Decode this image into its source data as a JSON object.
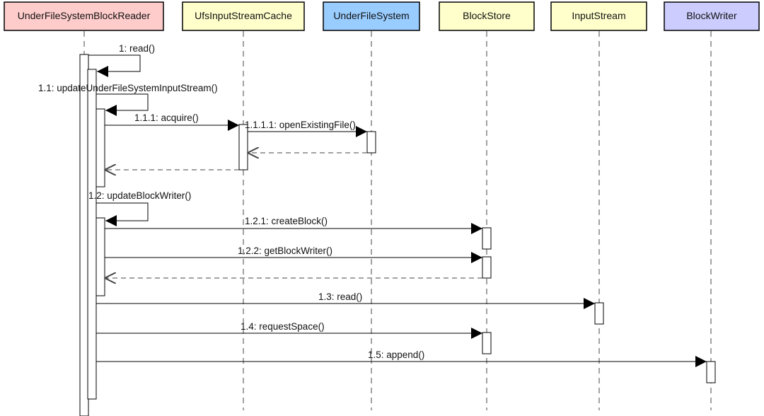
{
  "colors": {
    "red_header": "#ffcccc",
    "yellow_header": "#ffffcc",
    "blue_header": "#99ccff",
    "purple_header": "#ccccff",
    "line": "#000000",
    "lifeline": "#444444"
  },
  "participants": [
    {
      "id": "ufsbr",
      "name": "UnderFileSystemBlockReader",
      "fill_key": "red_header"
    },
    {
      "id": "cache",
      "name": "UfsInputStreamCache",
      "fill_key": "yellow_header"
    },
    {
      "id": "ufs",
      "name": "UnderFileSystem",
      "fill_key": "blue_header"
    },
    {
      "id": "store",
      "name": "BlockStore",
      "fill_key": "yellow_header"
    },
    {
      "id": "input",
      "name": "InputStream",
      "fill_key": "yellow_header"
    },
    {
      "id": "writer",
      "name": "BlockWriter",
      "fill_key": "purple_header"
    }
  ],
  "messages": [
    {
      "id": "m1",
      "label": "1: read()",
      "from": "ufsbr",
      "to": "ufsbr",
      "kind": "self"
    },
    {
      "id": "m1_1",
      "label": "1.1: updateUnderFileSystemInputStream()",
      "from": "ufsbr",
      "to": "ufsbr",
      "kind": "self"
    },
    {
      "id": "m1_1_1",
      "label": "1.1.1: acquire()",
      "from": "ufsbr",
      "to": "cache",
      "kind": "call"
    },
    {
      "id": "m1_1_1_1",
      "label": "1.1.1.1: openExistingFile()",
      "from": "cache",
      "to": "ufs",
      "kind": "call"
    },
    {
      "id": "r1_1_1_1",
      "label": "",
      "from": "ufs",
      "to": "cache",
      "kind": "return"
    },
    {
      "id": "r1_1_1",
      "label": "",
      "from": "cache",
      "to": "ufsbr",
      "kind": "return"
    },
    {
      "id": "m1_2",
      "label": "1.2: updateBlockWriter()",
      "from": "ufsbr",
      "to": "ufsbr",
      "kind": "self"
    },
    {
      "id": "m1_2_1",
      "label": "1.2.1: createBlock()",
      "from": "ufsbr",
      "to": "store",
      "kind": "call"
    },
    {
      "id": "m1_2_2",
      "label": "1.2.2: getBlockWriter()",
      "from": "ufsbr",
      "to": "store",
      "kind": "call"
    },
    {
      "id": "r1_2_2",
      "label": "",
      "from": "store",
      "to": "ufsbr",
      "kind": "return"
    },
    {
      "id": "m1_3",
      "label": "1.3: read()",
      "from": "ufsbr",
      "to": "input",
      "kind": "call"
    },
    {
      "id": "m1_4",
      "label": "1.4: requestSpace()",
      "from": "ufsbr",
      "to": "store",
      "kind": "call"
    },
    {
      "id": "m1_5",
      "label": "1.5: append()",
      "from": "ufsbr",
      "to": "writer",
      "kind": "call"
    }
  ]
}
